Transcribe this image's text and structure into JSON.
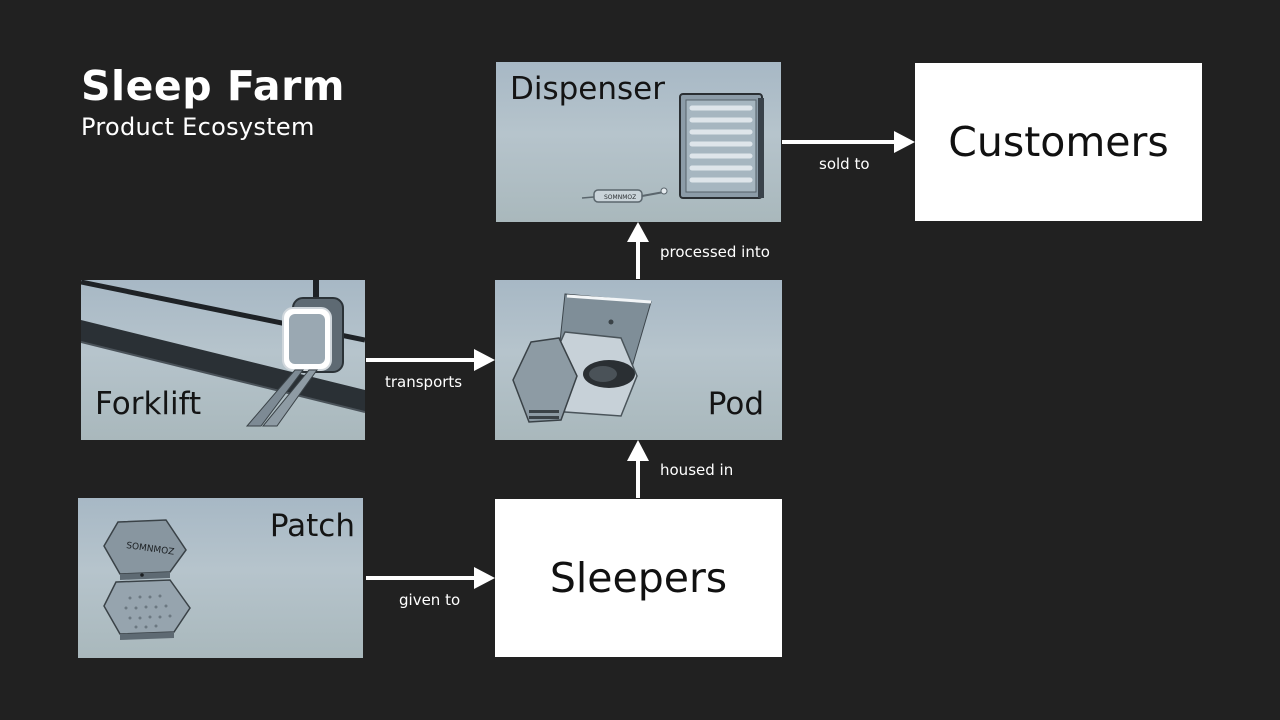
{
  "header": {
    "title": "Sleep Farm",
    "subtitle": "Product Ecosystem"
  },
  "nodes": {
    "dispenser": "Dispenser",
    "customers": "Customers",
    "forklift": "Forklift",
    "pod": "Pod",
    "patch": "Patch",
    "sleepers": "Sleepers"
  },
  "edges": {
    "sold_to": "sold to",
    "processed_into": "processed into",
    "transports": "transports",
    "housed_in": "housed in",
    "given_to": "given to"
  },
  "device_text": {
    "patch_brand": "SOMNMOZ",
    "syringe_brand": "SOMNMOZ"
  },
  "colors": {
    "background": "#212121",
    "panel": "#b0c0c8",
    "box": "#ffffff",
    "arrow": "#ffffff"
  }
}
